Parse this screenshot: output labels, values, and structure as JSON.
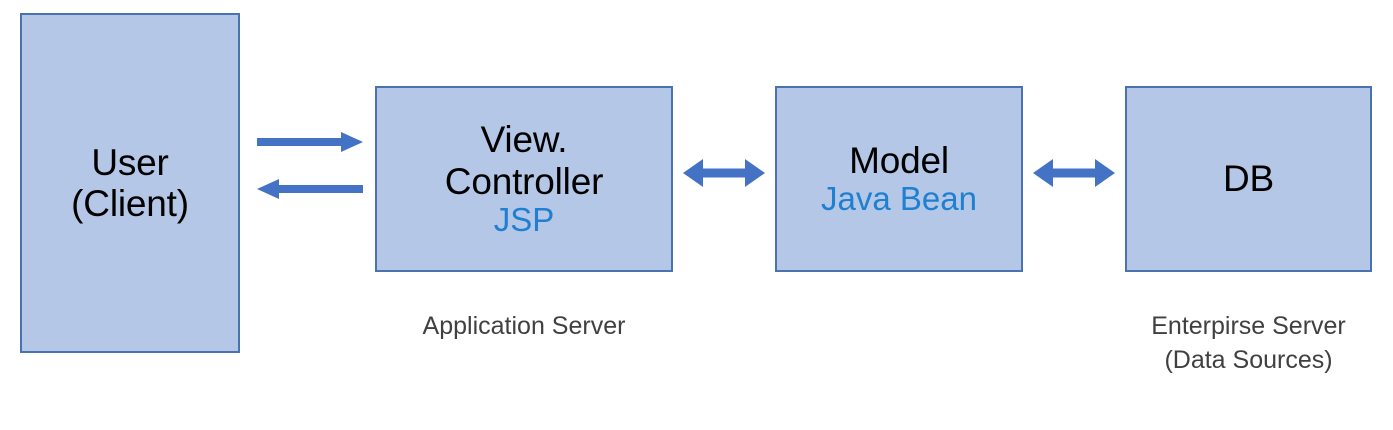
{
  "diagram": {
    "type": "architecture-flow",
    "background_color": "#ffffff",
    "box_fill_color": "#b4c7e7",
    "box_border_color": "#4a72b0",
    "arrow_color": "#4472c4",
    "accent_text_color": "#1f7fd0",
    "primary_text_color": "#000000",
    "caption_text_color": "#404040",
    "nodes": [
      {
        "id": "user",
        "title_line1": "User",
        "title_line2": "(Client)",
        "subtitle": ""
      },
      {
        "id": "view-controller",
        "title_line1": "View.",
        "title_line2": "Controller",
        "subtitle": "JSP"
      },
      {
        "id": "model",
        "title_line1": "Model",
        "title_line2": "",
        "subtitle": "Java Bean"
      },
      {
        "id": "db",
        "title_line1": "DB",
        "title_line2": "",
        "subtitle": ""
      }
    ],
    "connectors": [
      {
        "id": "user-to-view",
        "from": "user",
        "to": "view-controller",
        "style": "single-arrow-right"
      },
      {
        "id": "view-to-user",
        "from": "view-controller",
        "to": "user",
        "style": "single-arrow-left"
      },
      {
        "id": "view-model",
        "from": "view-controller",
        "to": "model",
        "style": "double-arrow"
      },
      {
        "id": "model-db",
        "from": "model",
        "to": "db",
        "style": "double-arrow"
      }
    ],
    "captions": [
      {
        "id": "application-server",
        "line1": "Application Server",
        "line2": ""
      },
      {
        "id": "enterprise-server",
        "line1": "Enterpirse Server",
        "line2": "(Data Sources)"
      }
    ]
  }
}
